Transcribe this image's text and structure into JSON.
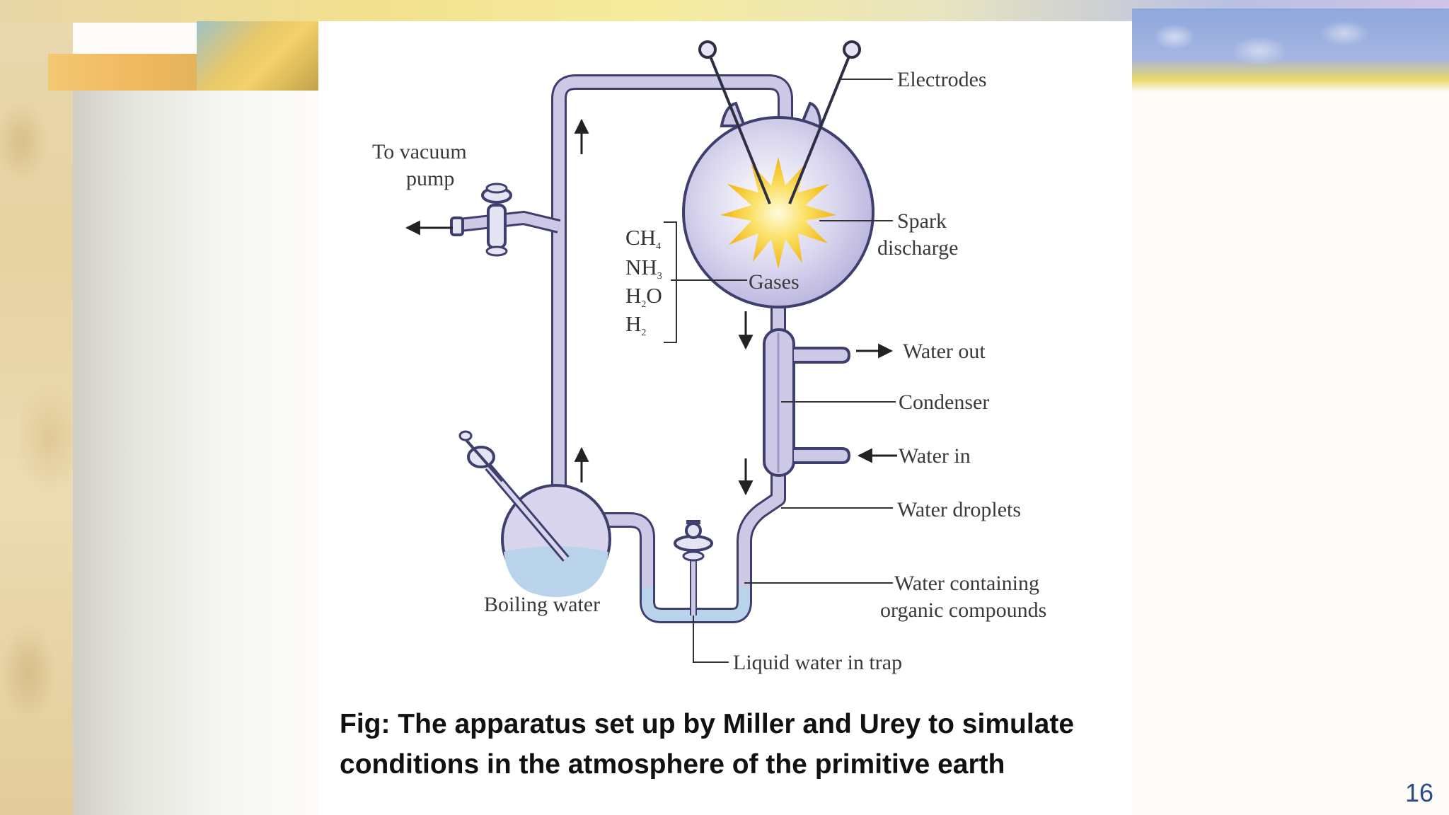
{
  "diagram": {
    "labels": {
      "electrodes": "Electrodes",
      "to_vacuum_pump_line1": "To vacuum",
      "to_vacuum_pump_line2": "pump",
      "spark_line1": "Spark",
      "spark_line2": "discharge",
      "gases": "Gases",
      "water_out": "Water out",
      "condenser": "Condenser",
      "water_in": "Water in",
      "water_droplets": "Water droplets",
      "organic_line1": "Water containing",
      "organic_line2": "organic compounds",
      "boiling_water": "Boiling water",
      "liquid_trap": "Liquid water in trap"
    },
    "gases": [
      {
        "base": "CH",
        "sub": "4",
        "tail": ""
      },
      {
        "base": "NH",
        "sub": "3",
        "tail": ""
      },
      {
        "base": "H",
        "sub": "2",
        "tail": "O"
      },
      {
        "base": "H",
        "sub": "2",
        "tail": ""
      }
    ],
    "colors": {
      "tube_fill": "#cdc8e6",
      "tube_stroke": "#3f3f6e",
      "water": "#b9d3ea",
      "spark": "#f6c21a"
    }
  },
  "caption": {
    "line1": "Fig: The apparatus set up by Miller and Urey to simulate",
    "line2": "conditions in the atmosphere of the primitive earth"
  },
  "page_number": "16"
}
